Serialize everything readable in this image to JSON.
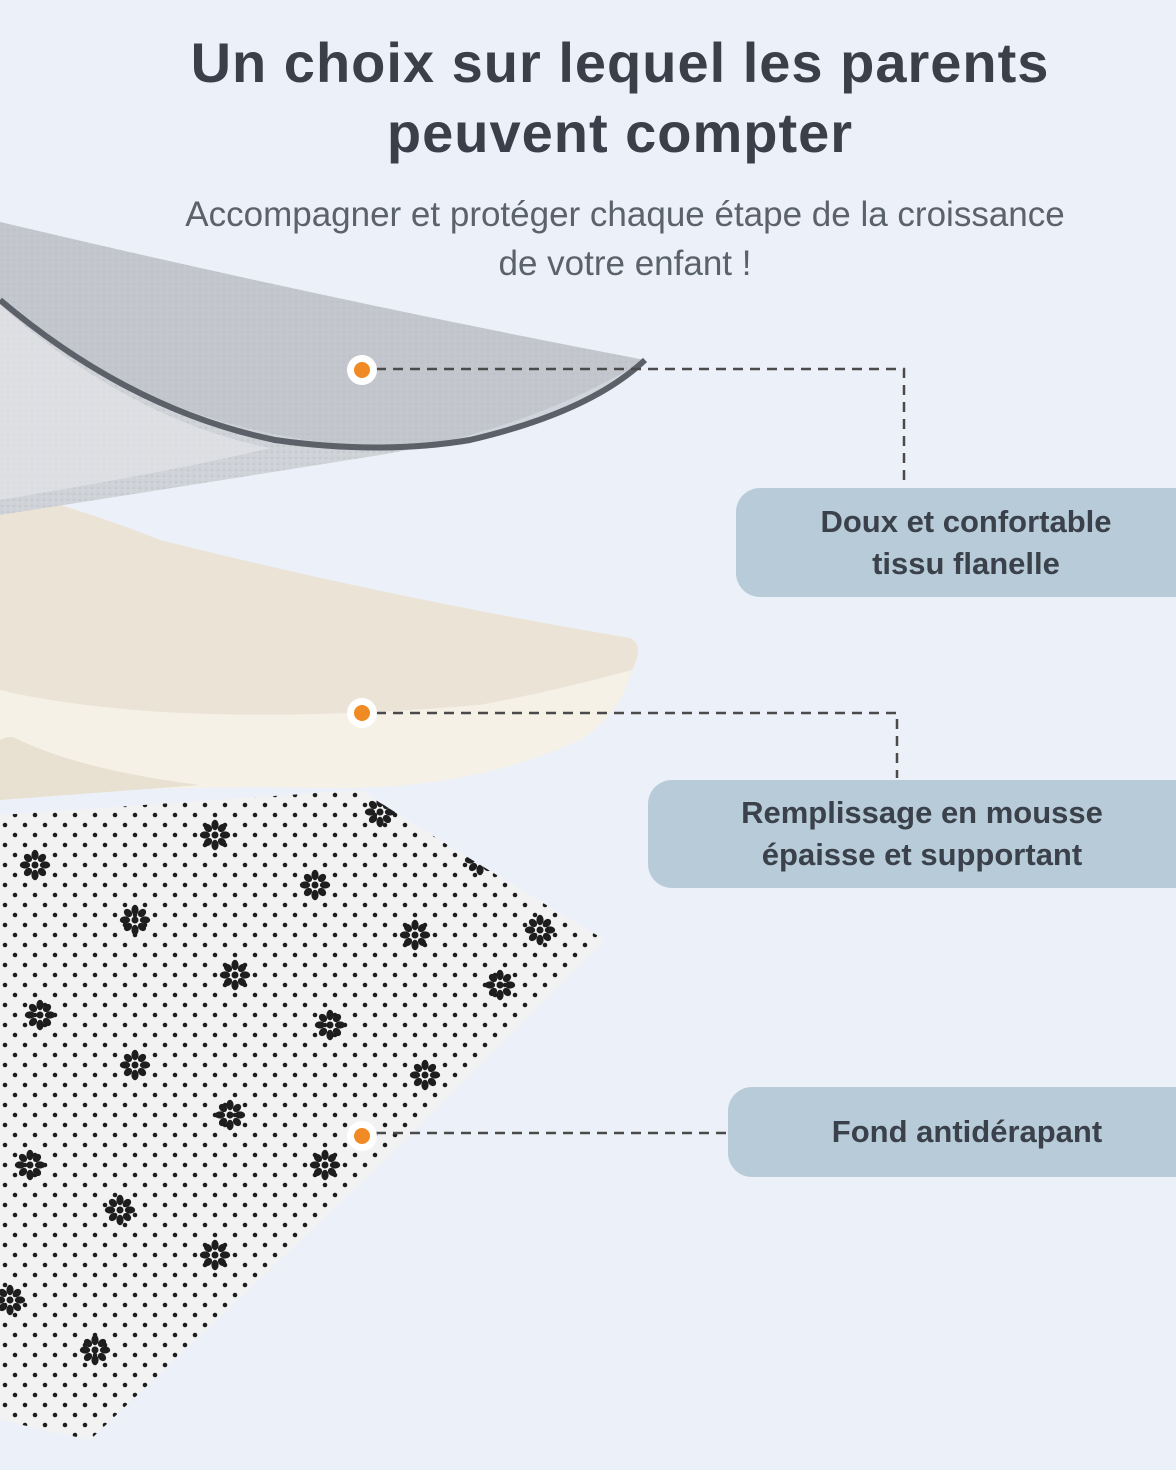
{
  "header": {
    "title": "Un choix sur lequel les parents peuvent compter",
    "subtitle": "Accompagner et protéger chaque étape de la croissance de votre enfant !"
  },
  "layers": [
    {
      "name": "flannel",
      "label": "Doux et confortable\ntissu flanelle",
      "color": "#c9ccd2"
    },
    {
      "name": "foam",
      "label": "Remplissage en mousse\népaisse et supportant",
      "color": "#efe8dc"
    },
    {
      "name": "anti-slip",
      "label": "Fond antidérapant",
      "color": "#f1f1f1"
    }
  ],
  "colors": {
    "background": "#ecf0f8",
    "callout": "#b8cbd8",
    "marker": "#f08a24",
    "text": "#3a404a",
    "leader": "#4a4a4a"
  }
}
